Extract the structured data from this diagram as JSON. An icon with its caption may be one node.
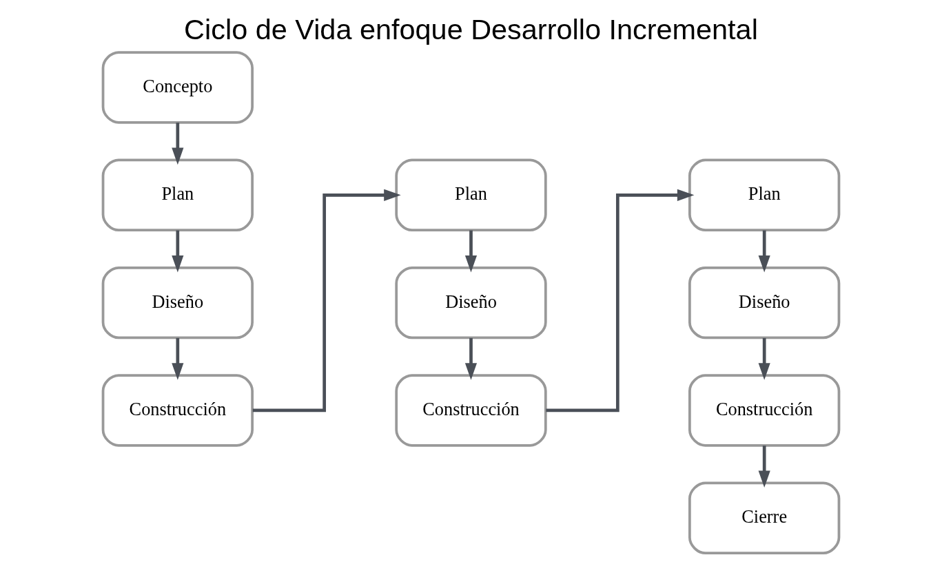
{
  "diagram": {
    "title": "Ciclo de Vida enfoque Desarrollo Incremental",
    "nodes": [
      {
        "text": [
          "Concepto"
        ]
      },
      {
        "text": [
          "Plan"
        ]
      },
      {
        "text": [
          "Diseño"
        ]
      },
      {
        "text": [
          "Construcción"
        ]
      },
      {
        "text": [
          "Plan"
        ]
      },
      {
        "text": [
          "Diseño"
        ]
      },
      {
        "text": [
          "Construcción"
        ]
      },
      {
        "text": [
          "Plan"
        ]
      },
      {
        "text": [
          "Diseño"
        ]
      },
      {
        "text": [
          "Construcción"
        ]
      },
      {
        "text": [
          "Cierre"
        ]
      }
    ],
    "edges": [
      {
        "from": 0,
        "to": 1,
        "arrow": "to"
      },
      {
        "from": 1,
        "to": 2,
        "arrow": "to"
      },
      {
        "from": 2,
        "to": 3,
        "arrow": "to"
      },
      {
        "from": 3,
        "to": 4,
        "arrow": "to"
      },
      {
        "from": 4,
        "to": 5,
        "arrow": "to"
      },
      {
        "from": 5,
        "to": 6,
        "arrow": "to"
      },
      {
        "from": 6,
        "to": 7,
        "arrow": "to"
      },
      {
        "from": 7,
        "to": 8,
        "arrow": "to"
      },
      {
        "from": 8,
        "to": 9,
        "arrow": "to"
      },
      {
        "from": 9,
        "to": 10,
        "arrow": "to"
      }
    ]
  }
}
